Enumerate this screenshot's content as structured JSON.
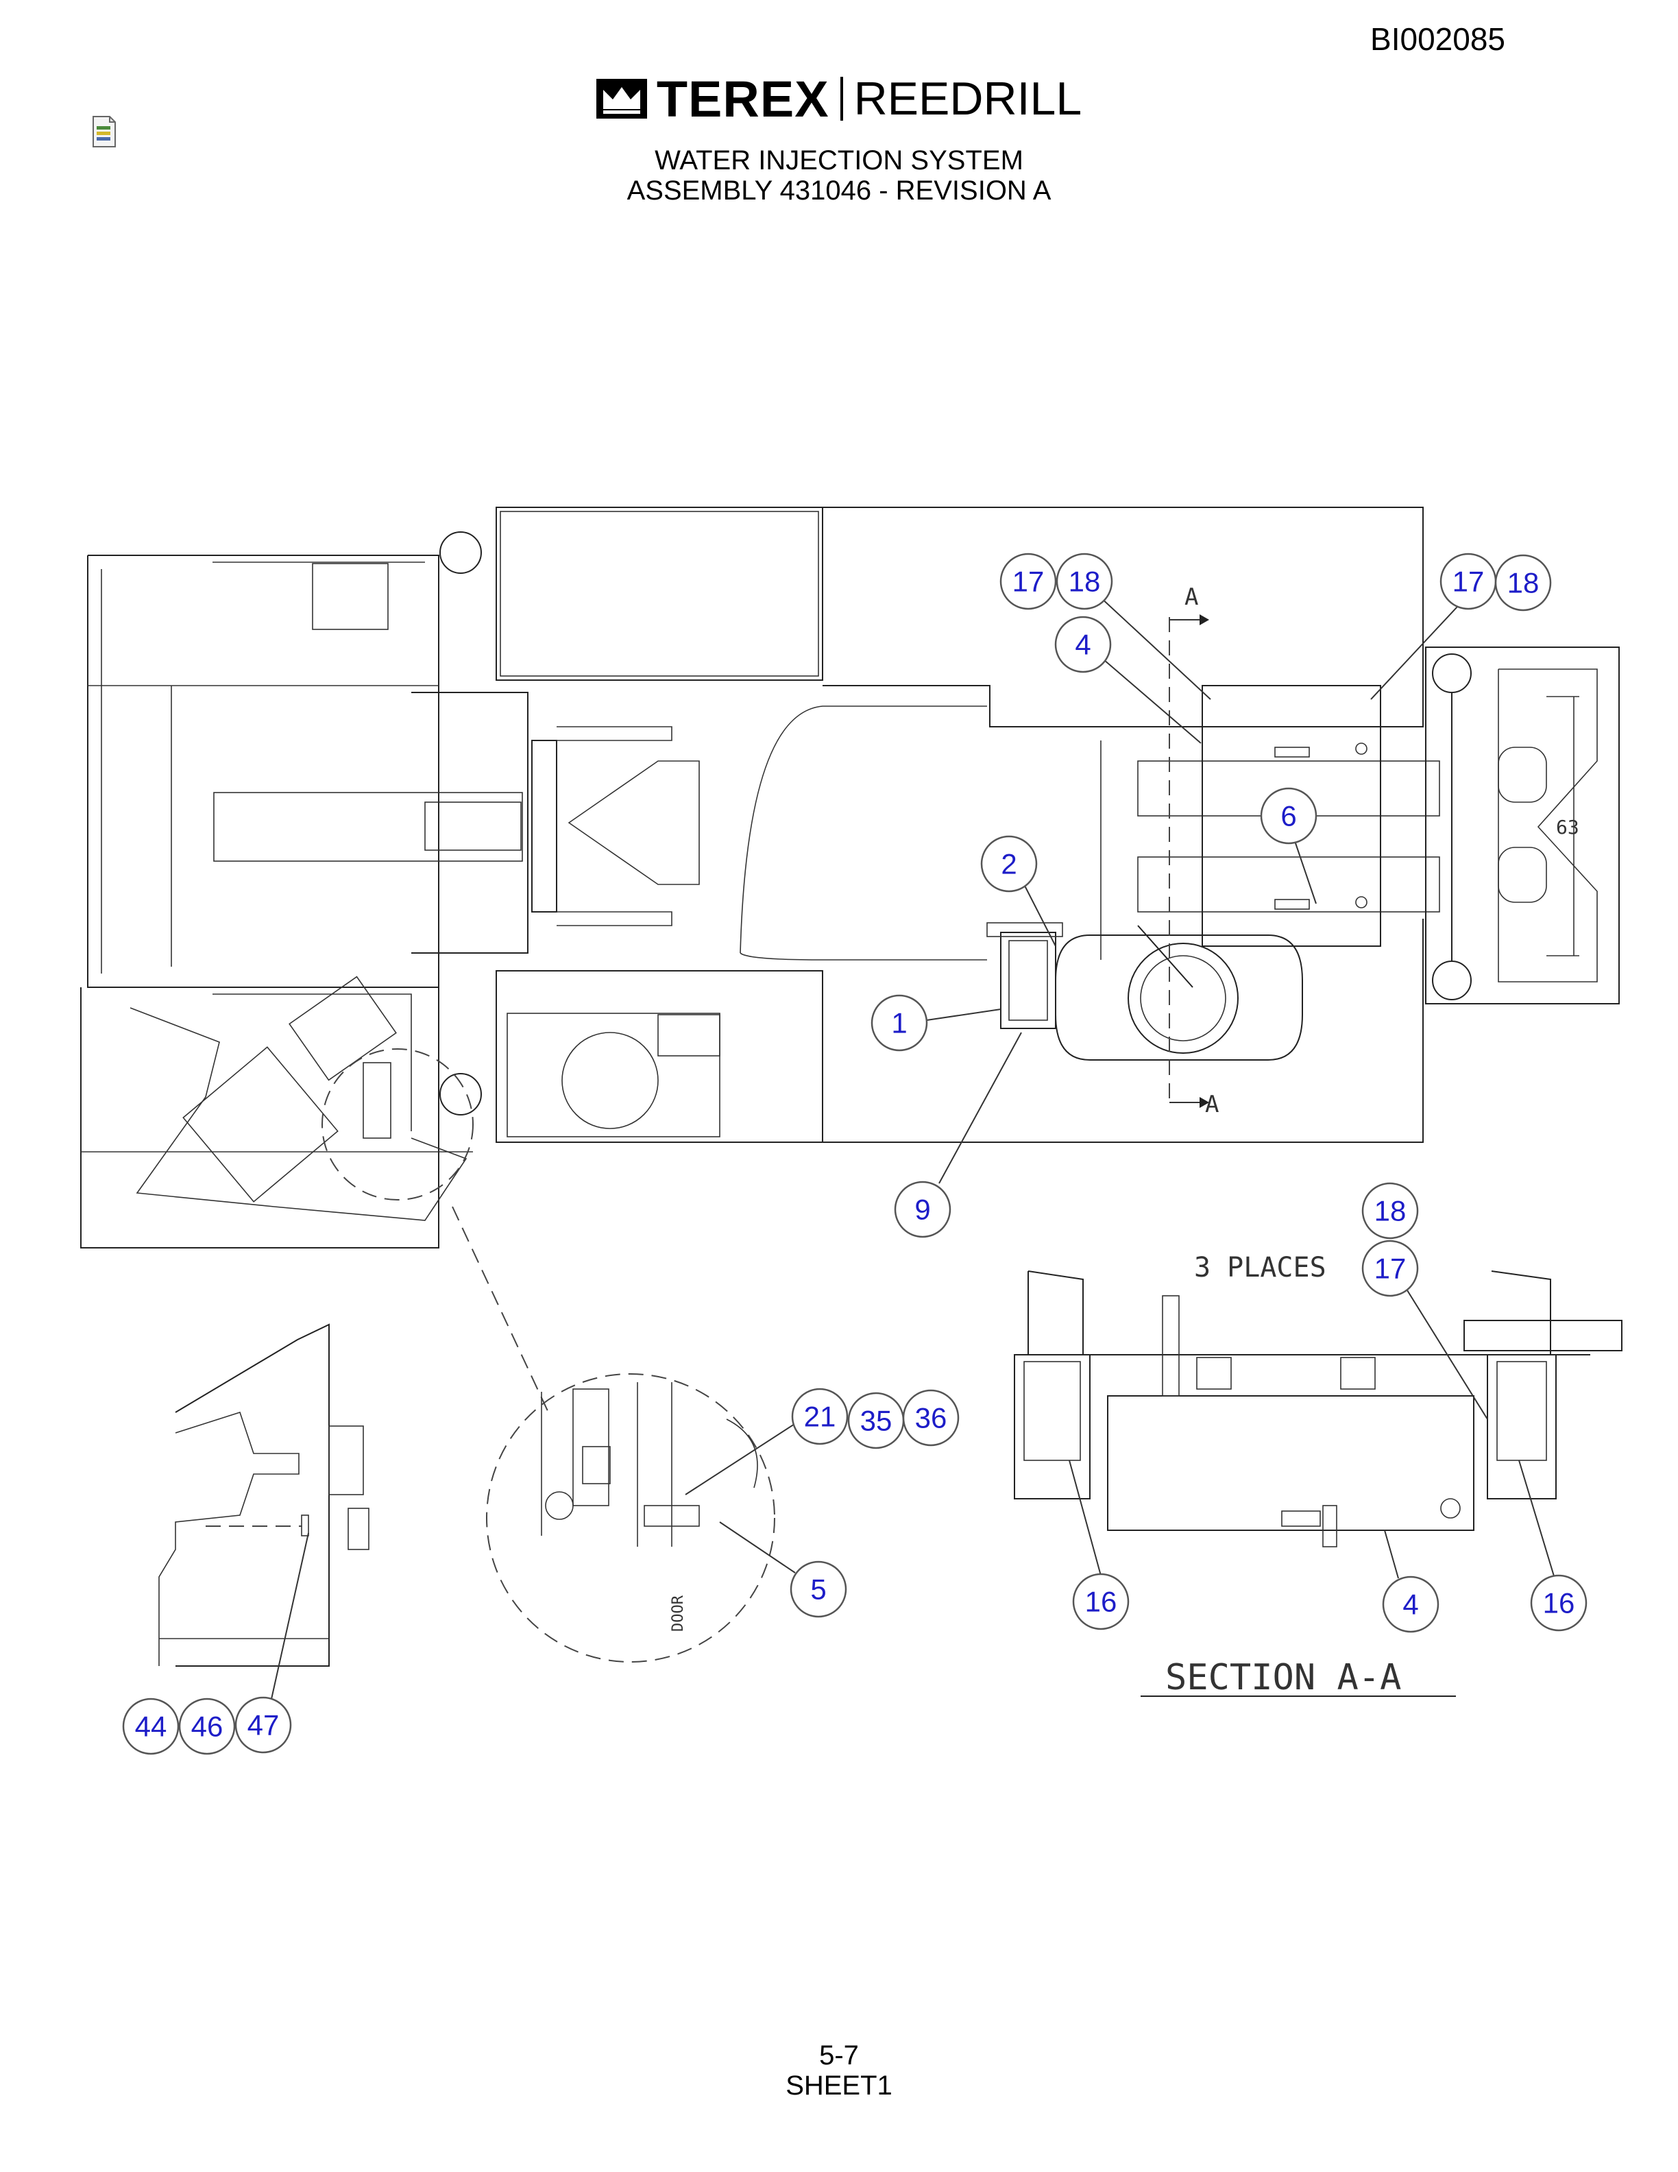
{
  "header": {
    "doc_id": "BI002085",
    "logo_left": "TEREX",
    "logo_right": "REEDRILL",
    "title_line1": "WATER INJECTION SYSTEM",
    "title_line2": "ASSEMBLY 431046 - REVISION A"
  },
  "footer": {
    "page": "5-7",
    "sheet": "SHEET1"
  },
  "drawing_text": {
    "section_marker_top": "A",
    "section_marker_bottom": "A",
    "dimension_63": "63",
    "three_places": "3 PLACES",
    "section_title": "SECTION A-A",
    "door_label": "DOOR"
  },
  "callouts": [
    "17",
    "18",
    "4",
    "17",
    "18",
    "6",
    "2",
    "1",
    "9",
    "18",
    "17",
    "21",
    "35",
    "36",
    "5",
    "16",
    "4",
    "16",
    "44",
    "46",
    "47"
  ],
  "colors": {
    "callout_text": "#1d1dc8",
    "line": "#222222"
  },
  "icons": [
    "terex-crown-logo-icon",
    "document-icon"
  ]
}
